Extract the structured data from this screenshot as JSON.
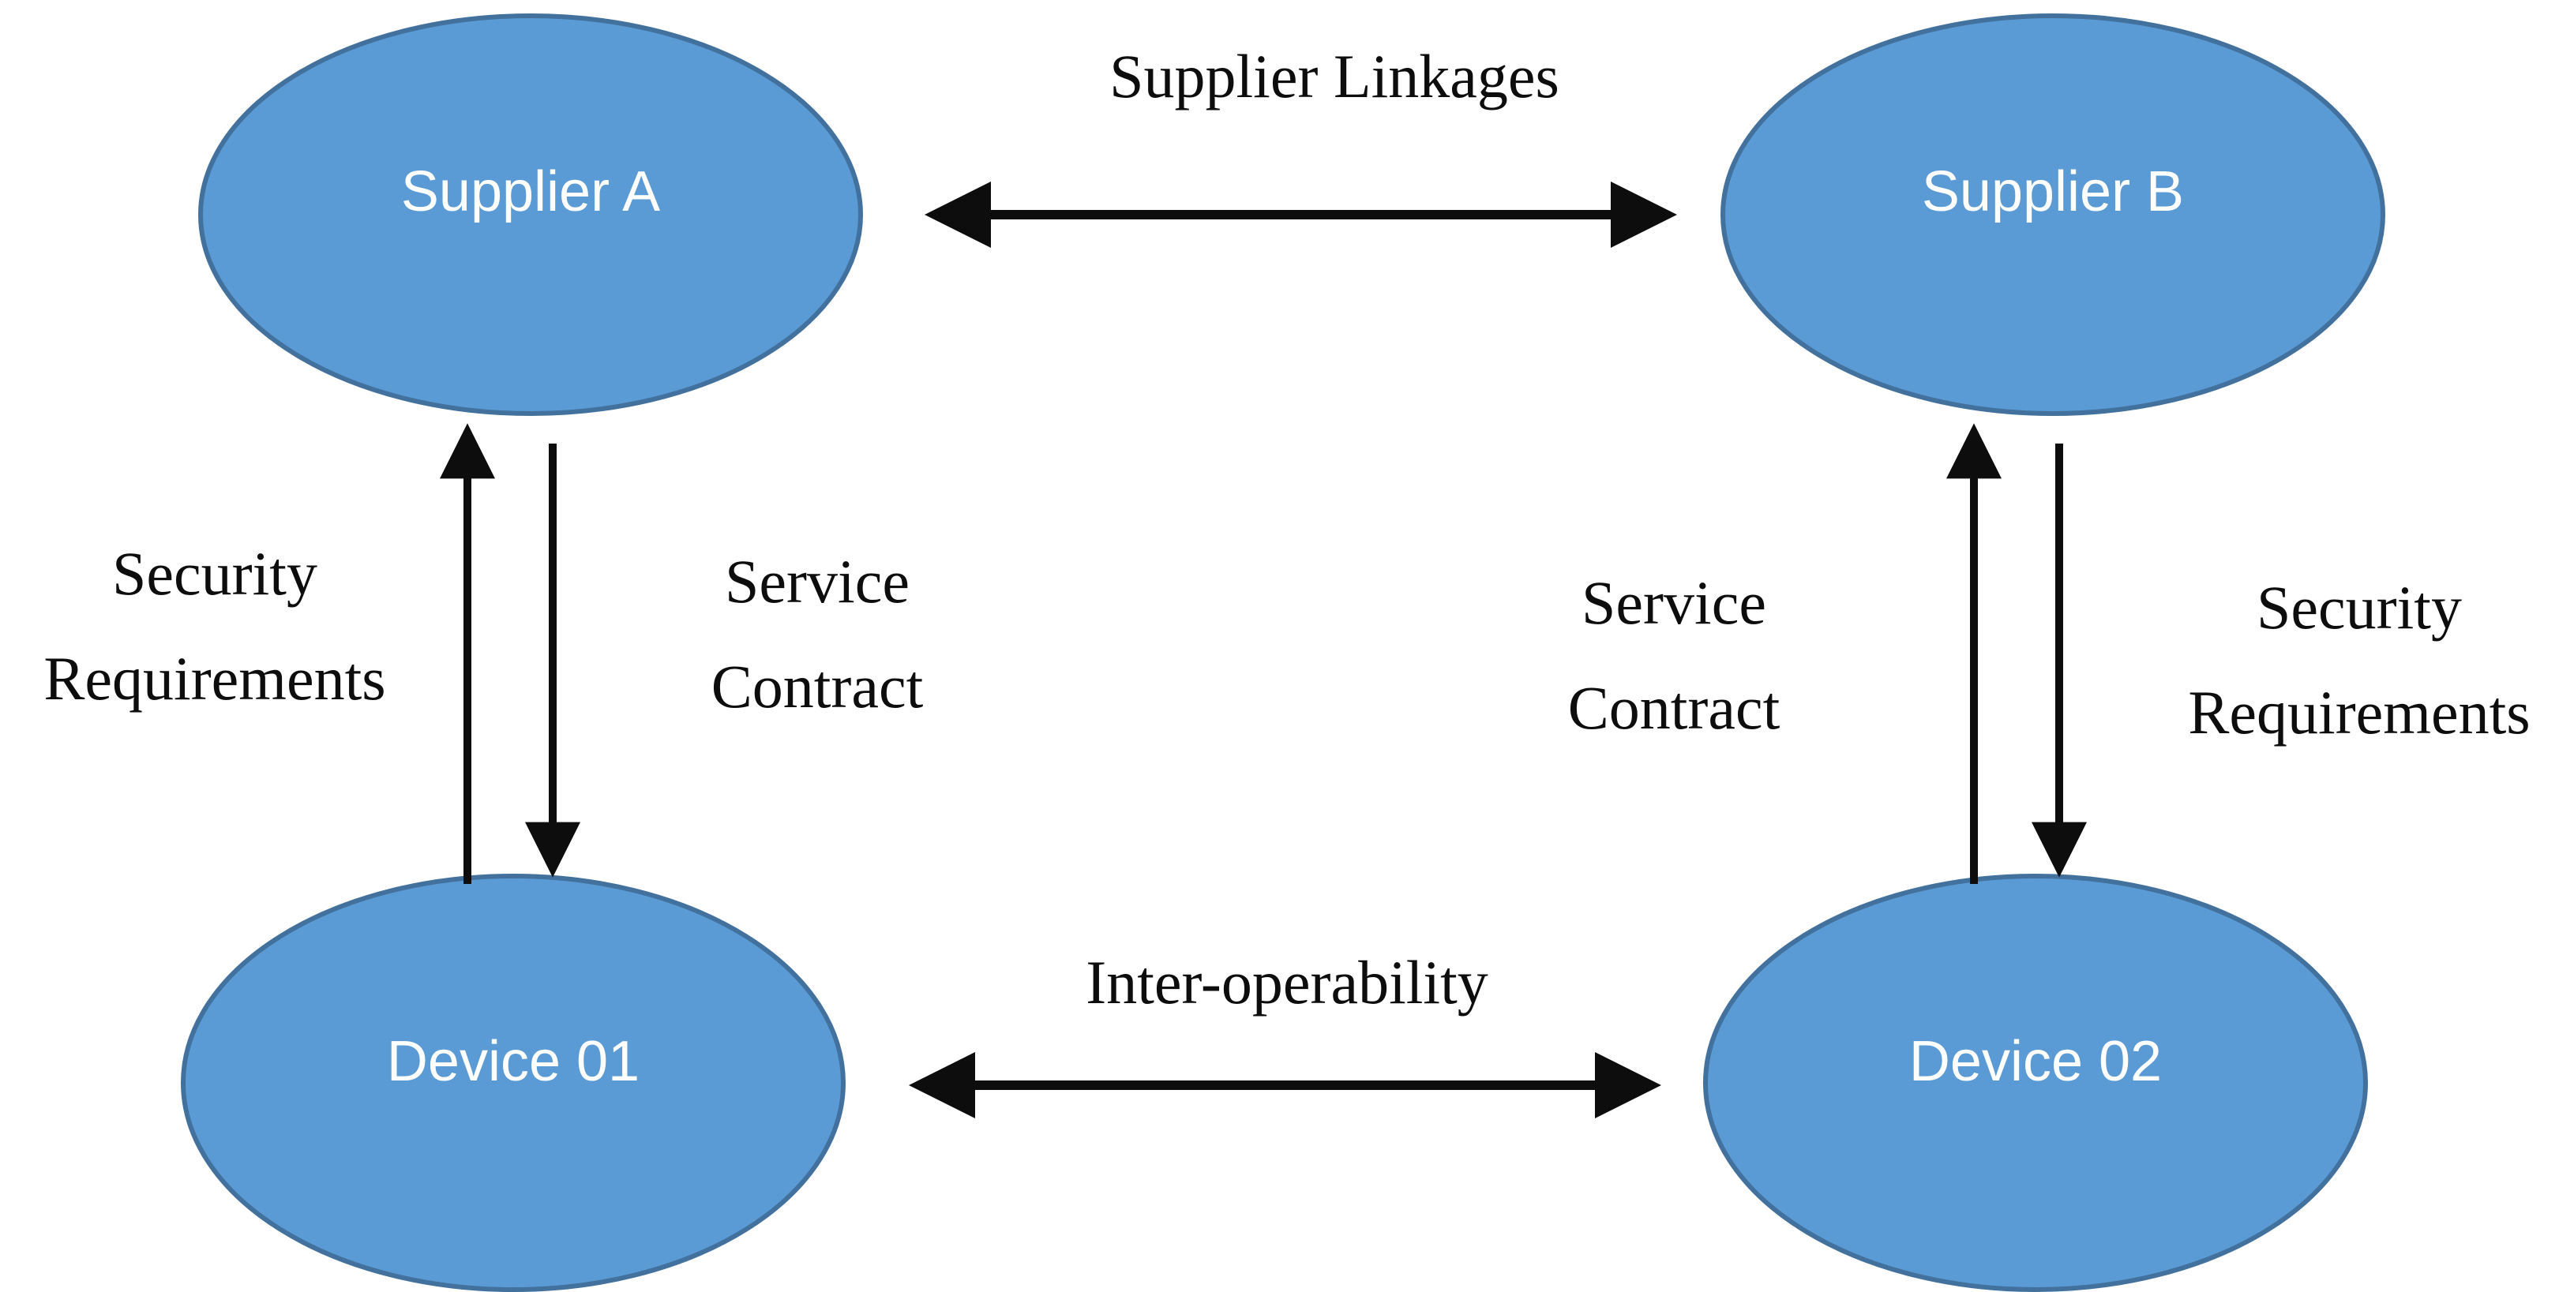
{
  "diagram": {
    "type": "relationship-diagram",
    "background_color": "#ffffff",
    "node_fill_color": "#5B9BD5",
    "node_border_color": "#41719C",
    "node_text_color": "#FFFFFF",
    "edge_color": "#0D0D0D",
    "edge_label_color": "#0D0D0D",
    "nodes": [
      {
        "id": "supplier-a",
        "label": "Supplier A",
        "shape": "ellipse",
        "position": "top-left"
      },
      {
        "id": "supplier-b",
        "label": "Supplier B",
        "shape": "ellipse",
        "position": "top-right"
      },
      {
        "id": "device-01",
        "label": "Device 01",
        "shape": "ellipse",
        "position": "bottom-left"
      },
      {
        "id": "device-02",
        "label": "Device 02",
        "shape": "ellipse",
        "position": "bottom-right"
      }
    ],
    "edges": [
      {
        "id": "supplier-linkages",
        "label": "Supplier Linkages",
        "from": "supplier-a",
        "to": "supplier-b",
        "direction": "bidirectional",
        "orientation": "horizontal"
      },
      {
        "id": "inter-operability",
        "label": "Inter-operability",
        "from": "device-01",
        "to": "device-02",
        "direction": "bidirectional",
        "orientation": "horizontal"
      },
      {
        "id": "security-requirements-left",
        "label_line1": "Security",
        "label_line2": "Requirements",
        "from": "device-01",
        "to": "supplier-a",
        "direction": "up",
        "orientation": "vertical"
      },
      {
        "id": "service-contract-left",
        "label_line1": "Service",
        "label_line2": "Contract",
        "from": "supplier-a",
        "to": "device-01",
        "direction": "down",
        "orientation": "vertical"
      },
      {
        "id": "service-contract-right",
        "label_line1": "Service",
        "label_line2": "Contract",
        "from": "device-02",
        "to": "supplier-b",
        "direction": "up",
        "orientation": "vertical"
      },
      {
        "id": "security-requirements-right",
        "label_line1": "Security",
        "label_line2": "Requirements",
        "from": "supplier-b",
        "to": "device-02",
        "direction": "down",
        "orientation": "vertical"
      }
    ]
  }
}
